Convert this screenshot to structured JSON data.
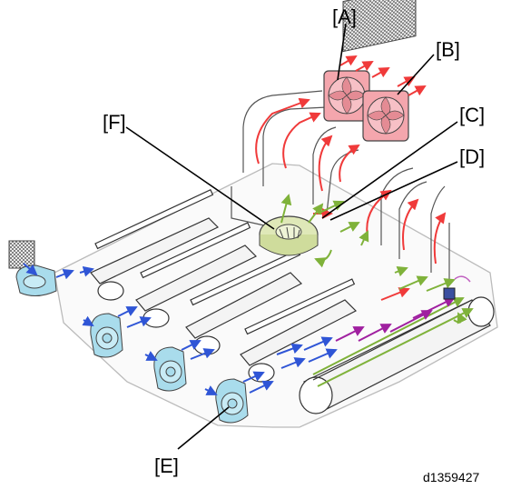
{
  "callouts": {
    "a": "[A]",
    "b": "[B]",
    "c": "[C]",
    "d": "[D]",
    "e": "[E]",
    "f": "[F]"
  },
  "figure_id": "d1359427",
  "colors": {
    "exhaust_airflow": "#f03a3a",
    "intake_airflow": "#2f55d6",
    "internal_airflow": "#7fb23a",
    "duct_airflow": "#a020a0",
    "exhaust_fan": "#f4a6ad",
    "intake_fan": "#a9dcec",
    "duct_fan": "#dfe8b8",
    "outline": "#4a4a4a"
  },
  "icons": [
    "exhaust-fan-icon",
    "intake-fan-icon",
    "duct-fan-icon",
    "filter-icon",
    "sensor-icon"
  ]
}
